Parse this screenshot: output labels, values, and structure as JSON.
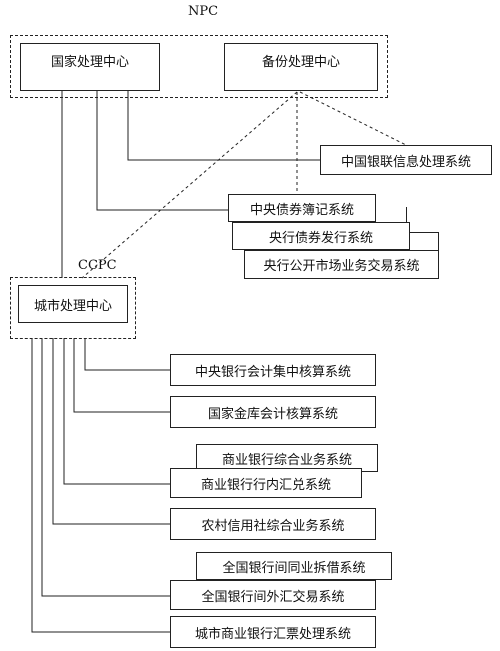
{
  "npc": {
    "label": "NPC",
    "national_center": "国家处理中心",
    "backup_center": "备份处理中心"
  },
  "ccpc": {
    "label": "CCPC",
    "city_center": "城市处理中心"
  },
  "npc_systems": {
    "unionpay": "中国银联信息处理系统",
    "bond_registry": "中央债券簿记系统",
    "bond_issuance": "央行债券发行系统",
    "open_market": "央行公开市场业务交易系统"
  },
  "ccpc_systems": {
    "central_accounting": "中央银行会计集中核算系统",
    "treasury_accounting": "国家金库会计核算系统",
    "commercial_bank_business": "商业银行综合业务系统",
    "commercial_bank_remittance": "商业银行行内汇兑系统",
    "rural_credit": "农村信用社综合业务系统",
    "interbank_lending": "全国银行间同业拆借系统",
    "forex_trading": "全国银行间外汇交易系统",
    "city_bank_draft": "城市商业银行汇票处理系统"
  }
}
